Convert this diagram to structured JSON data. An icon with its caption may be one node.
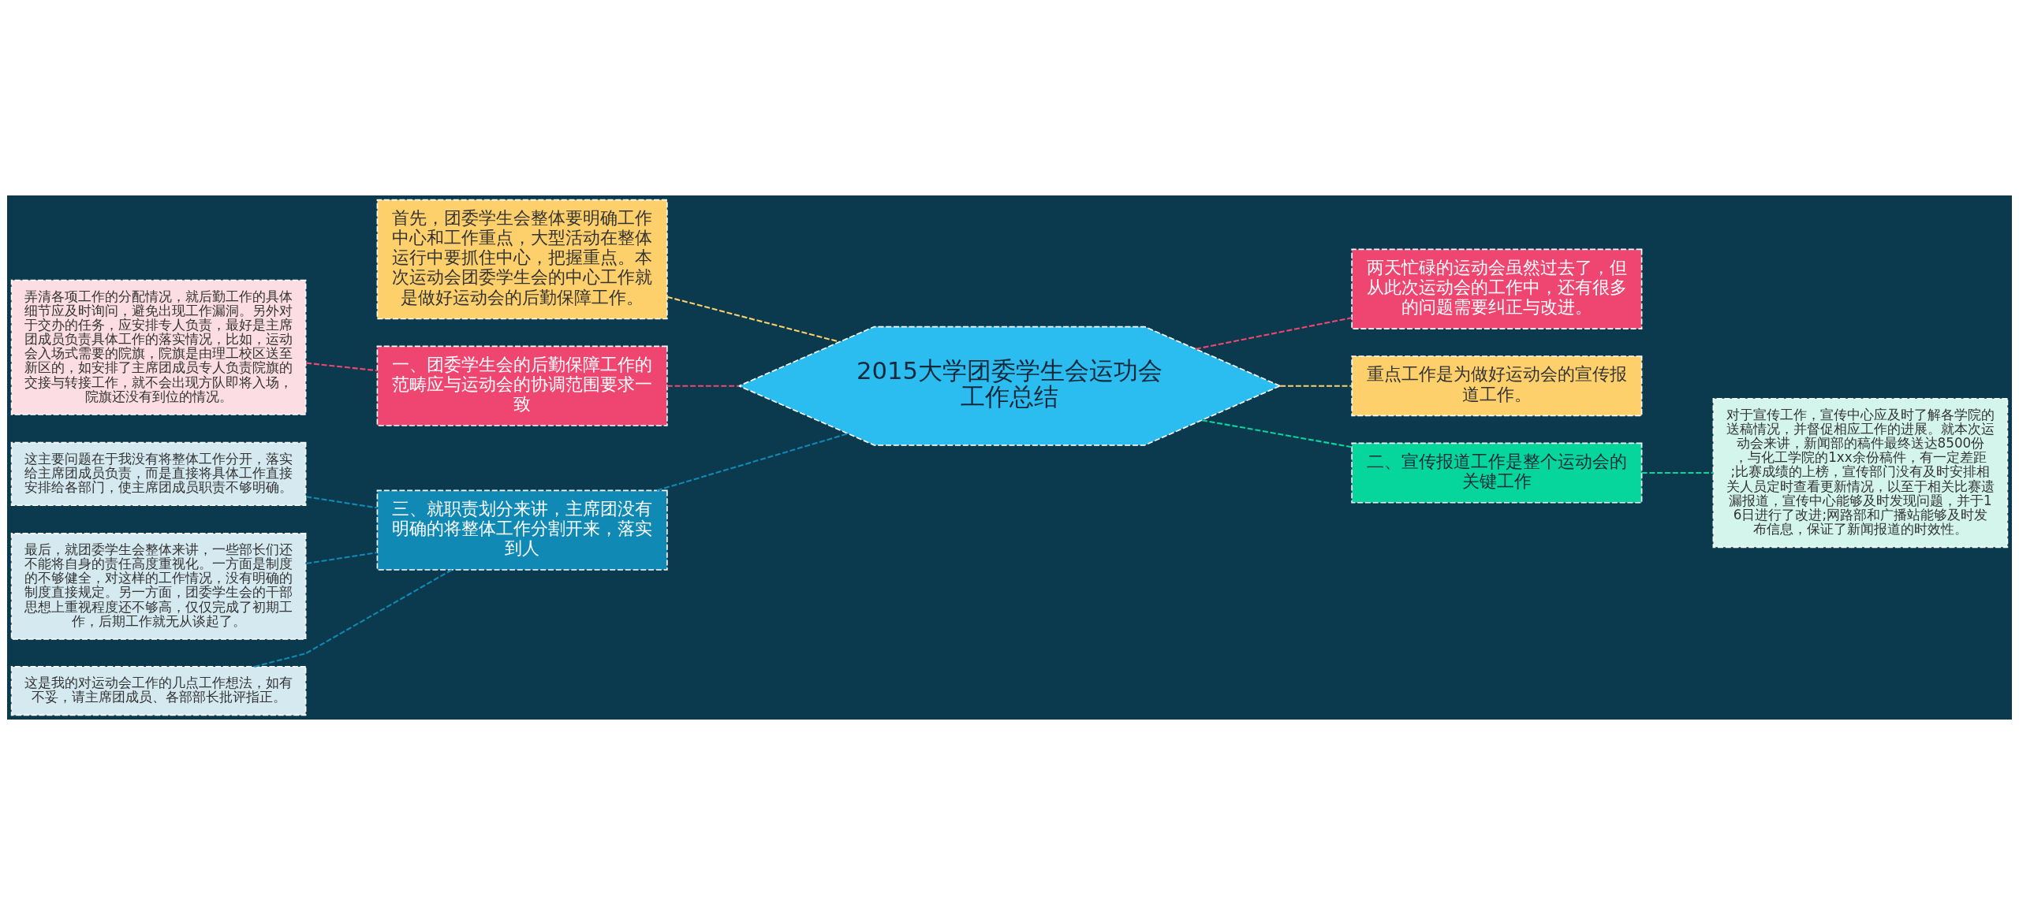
{
  "diagram": {
    "nodes": [
      {
        "text": [
          "2015大学团委学生会运功会工作总结"
        ]
      },
      {
        "text": [
          "首先，团委学生会整体要明确工作中心和工作重点，大型活动在整体运行中要抓住中心，把握重点。本次运动会团委学生会的中心工作就是做好运动会的后勤保障工作。"
        ]
      },
      {
        "text": [
          "一、团委学生会的后勤保障工作的范畴应与运动会的协调范围要求一致"
        ]
      },
      {
        "text": [
          "弄清各项工作的分配情况，就后勤工作的具体细节应及时询问，避免出现工作漏洞。另外对于交办的任务，应安排专人负责，最好是主席团成员负责具体工作的落实情况，比如，运动会入场式需要的院旗，院旗是由理工校区送至新区的，如安排了主席团成员专人负责院旗的交接与转接工作，就不会出现方队即将入场，院旗还没有到位的情况。"
        ]
      },
      {
        "text": [
          "三、就职责划分来讲，主席团没有明确的将整体工作分割开来，落实到人"
        ]
      },
      {
        "text": [
          "这主要问题在于我没有将整体工作分开，落实给主席团成员负责，而是直接将具体工作直接安排给各部门，使主席团成员职责不够明确。"
        ]
      },
      {
        "text": [
          "最后，就团委学生会整体来讲，一些部长们还不能将自身的责任高度重视化。一方面是制度的不够健全，对这样的工作情况，没有明确的制度直接规定。另一方面，团委学生会的干部思想上重视程度还不够高，仅仅完成了初期工作，后期工作就无从谈起了。"
        ]
      },
      {
        "text": [
          "这是我的对运动会工作的几点工作想法，如有不妥，请主席团成员、各部部长批评指正。"
        ]
      },
      {
        "text": [
          "两天忙碌的运动会虽然过去了，但从此次运动会的工作中，还有很多的问题需要纠正与改进。"
        ]
      },
      {
        "text": [
          "重点工作是为做好运动会的宣传报道工作。"
        ]
      },
      {
        "text": [
          "二、宣传报道工作是整个运动会的关键工作"
        ]
      },
      {
        "text": [
          "对于宣传工作，宣传中心应及时了解各学院的送稿情况，并督促相应工作的进展。就本次运动会来讲，新闻部的稿件最终送达8500份，与化工学院的1xx余份稿件，有一定差距;比赛成绩的上榜，宣传部门没有及时安排相关人员定时查看更新情况，以至于相关比赛遗漏报道，宣传中心能够及时发现问题，并于16日进行了改进;网路部和广播站能够及时发布信息，保证了新闻报道的时效性。"
        ]
      }
    ],
    "edges": [
      {
        "from": 1,
        "to": 0,
        "arrow": "none",
        "style": "dashed",
        "color": "#fdd06b"
      },
      {
        "from": 2,
        "to": 0,
        "arrow": "none",
        "style": "dashed",
        "color": "#ee4670"
      },
      {
        "from": 3,
        "to": 2,
        "arrow": "none",
        "style": "dashed",
        "color": "#ee4670"
      },
      {
        "from": 4,
        "to": 0,
        "arrow": "none",
        "style": "dashed",
        "color": "#1189b5"
      },
      {
        "from": 5,
        "to": 4,
        "arrow": "none",
        "style": "dashed",
        "color": "#1189b5"
      },
      {
        "from": 6,
        "to": 4,
        "arrow": "none",
        "style": "dashed",
        "color": "#1189b5"
      },
      {
        "from": 7,
        "to": 4,
        "arrow": "none",
        "style": "dashed",
        "color": "#1189b5"
      },
      {
        "from": 0,
        "to": 8,
        "arrow": "none",
        "style": "dashed",
        "color": "#ee4670"
      },
      {
        "from": 0,
        "to": 9,
        "arrow": "none",
        "style": "dashed",
        "color": "#fdd06b"
      },
      {
        "from": 0,
        "to": 10,
        "arrow": "none",
        "style": "dashed",
        "color": "#06d69c"
      },
      {
        "from": 10,
        "to": 11,
        "arrow": "none",
        "style": "dashed",
        "color": "#06d69c"
      }
    ]
  }
}
